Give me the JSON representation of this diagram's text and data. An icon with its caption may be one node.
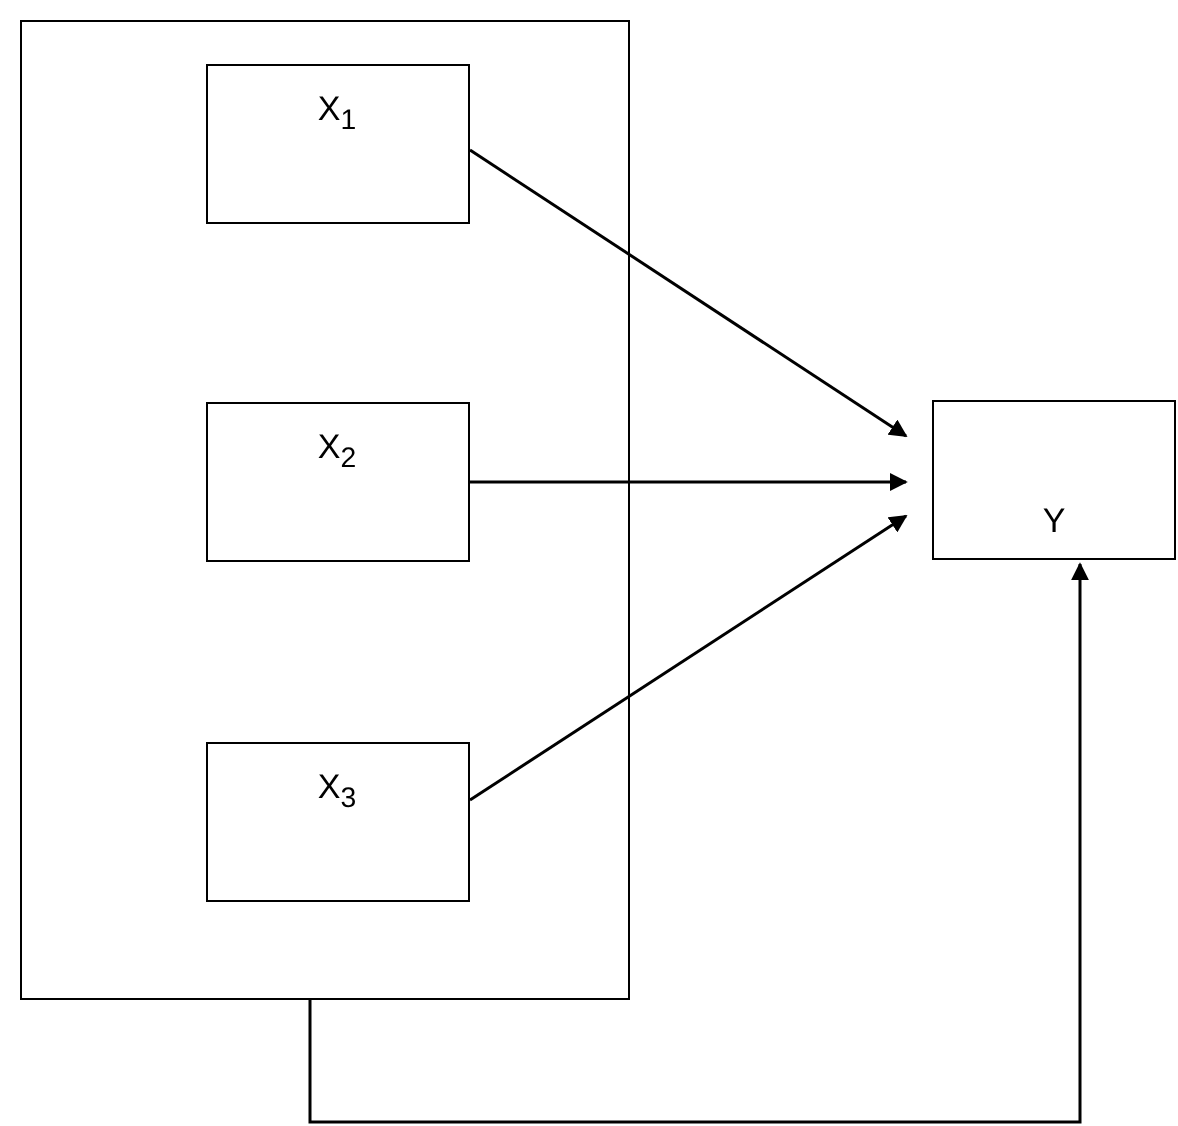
{
  "diagram": {
    "nodes": [
      {
        "text": [],
        "shape": "box"
      },
      {
        "text": [
          "X$_{1}$"
        ],
        "in": 0
      },
      {
        "text": [
          "X$_{2}$"
        ],
        "in": 0
      },
      {
        "text": [
          "X$_{3}$"
        ],
        "in": 0
      },
      {
        "text": [
          "Y"
        ]
      }
    ],
    "edges": [
      {
        "from": 1,
        "to": 4,
        "arrow": "to"
      },
      {
        "from": 2,
        "to": 4,
        "arrow": "to"
      },
      {
        "from": 3,
        "to": 4,
        "arrow": "to"
      },
      {
        "from": 0,
        "to": 4,
        "arrow": "to"
      }
    ]
  }
}
